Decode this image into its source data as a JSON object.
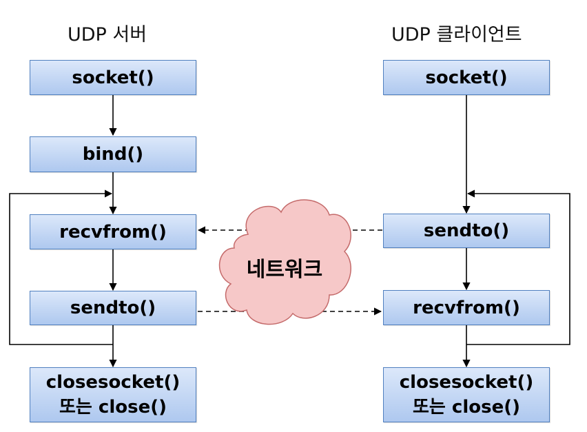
{
  "server": {
    "title": "UDP 서버",
    "socket": "socket()",
    "bind": "bind()",
    "recvfrom": "recvfrom()",
    "sendto": "sendto()",
    "close_line1": "closesocket()",
    "close_line2": "또는 close()"
  },
  "client": {
    "title": "UDP 클라이언트",
    "socket": "socket()",
    "sendto": "sendto()",
    "recvfrom": "recvfrom()",
    "close_line1": "closesocket()",
    "close_line2": "또는 close()"
  },
  "network": {
    "label": "네트워크",
    "color": "#f6c8c8"
  },
  "colors": {
    "box_top": "#dce8fa",
    "box_bottom": "#aec8ef",
    "box_border": "#4f7fbf"
  }
}
